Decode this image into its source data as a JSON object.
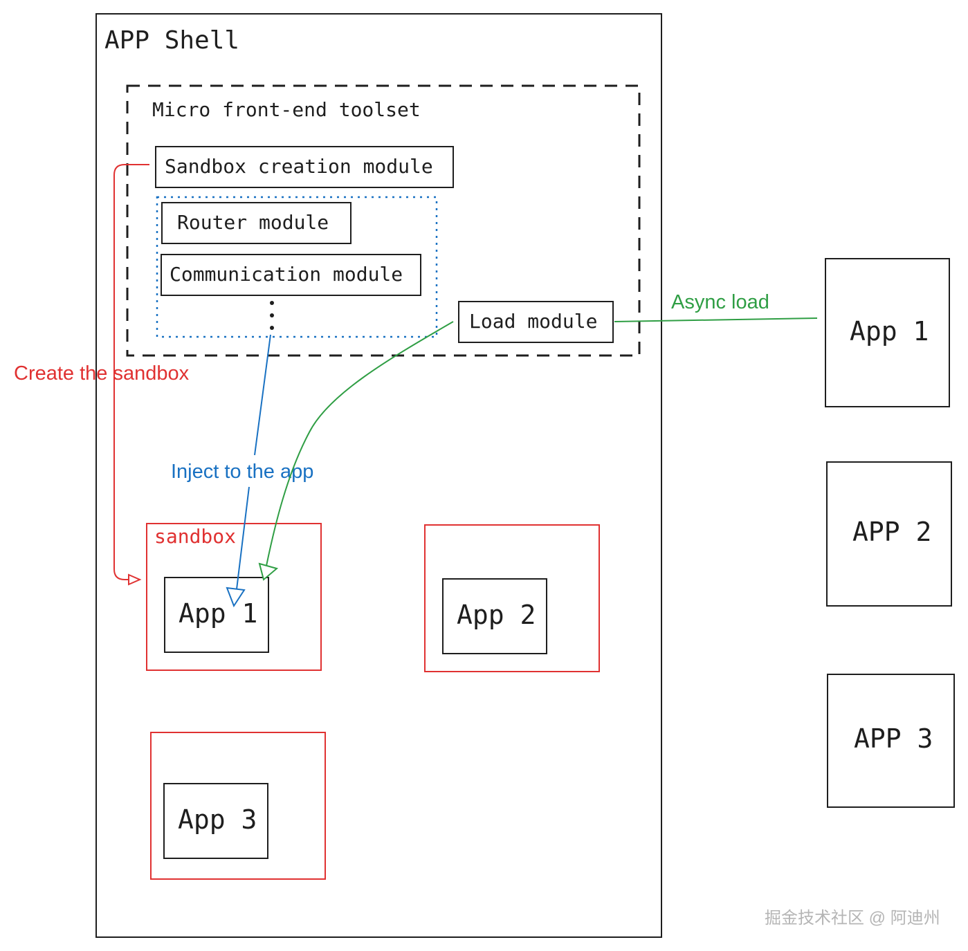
{
  "shell": {
    "title": "APP Shell"
  },
  "toolset": {
    "title": "Micro front-end toolset",
    "sandbox_module": "Sandbox creation module",
    "router_module": "Router module",
    "communication_module": "Communication module",
    "load_module": "Load module"
  },
  "labels": {
    "create_sandbox": "Create the sandbox",
    "inject": "Inject to the app",
    "async_load": "Async load",
    "sandbox": "sandbox"
  },
  "inner_apps": [
    "App 1",
    "App 2",
    "App 3"
  ],
  "remote_apps": [
    "App 1",
    "APP 2",
    "APP 3"
  ],
  "watermark": "掘金技术社区 @ 阿迪州",
  "colors": {
    "ink": "#1e1e1e",
    "red": "#e03131",
    "blue": "#1971c2",
    "green": "#2f9e44",
    "watermark": "#b5b5b5"
  }
}
